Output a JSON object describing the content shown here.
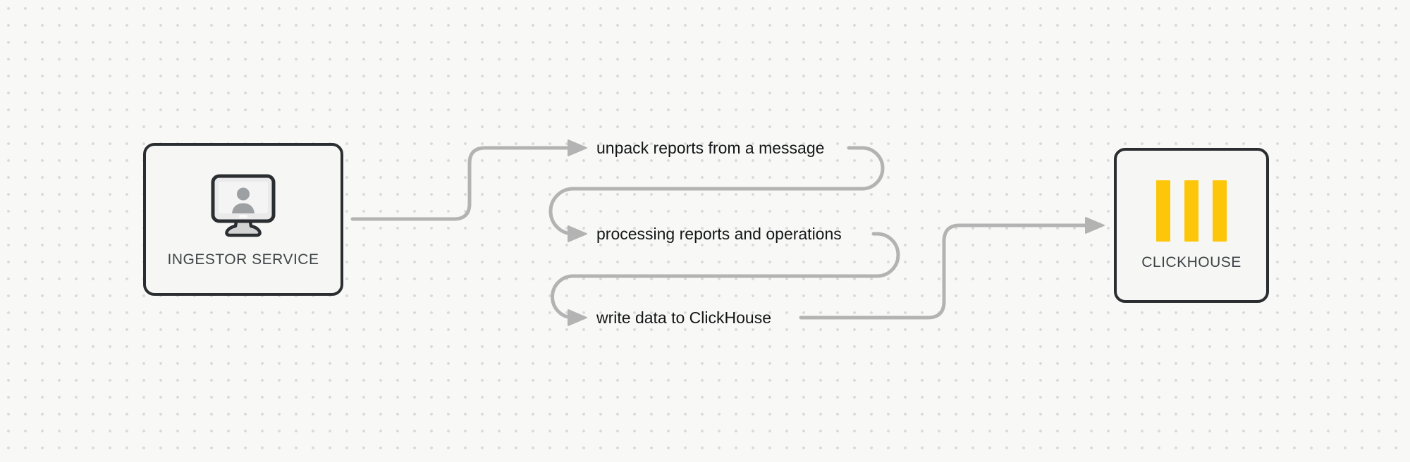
{
  "diagram": {
    "nodes": [
      {
        "id": "ingestor-service",
        "label": "INGESTOR SERVICE",
        "icon": "monitor-user-icon"
      },
      {
        "id": "clickhouse",
        "label": "CLICKHOUSE",
        "icon": "clickhouse-bars-icon"
      }
    ],
    "steps": [
      {
        "index": 1,
        "label": "unpack reports from a message"
      },
      {
        "index": 2,
        "label": "processing reports and operations"
      },
      {
        "index": 3,
        "label": "write data to ClickHouse"
      }
    ]
  },
  "colors": {
    "canvas_bg": "#f8f8f6",
    "grid_dot": "#dbdbdb",
    "node_fill": "#f6f7f4",
    "node_border": "#2b2e31",
    "node_label": "#3e4347",
    "connector": "#b3b3b3",
    "step_label": "#141618",
    "clickhouse_yellow": "#fec60a"
  }
}
